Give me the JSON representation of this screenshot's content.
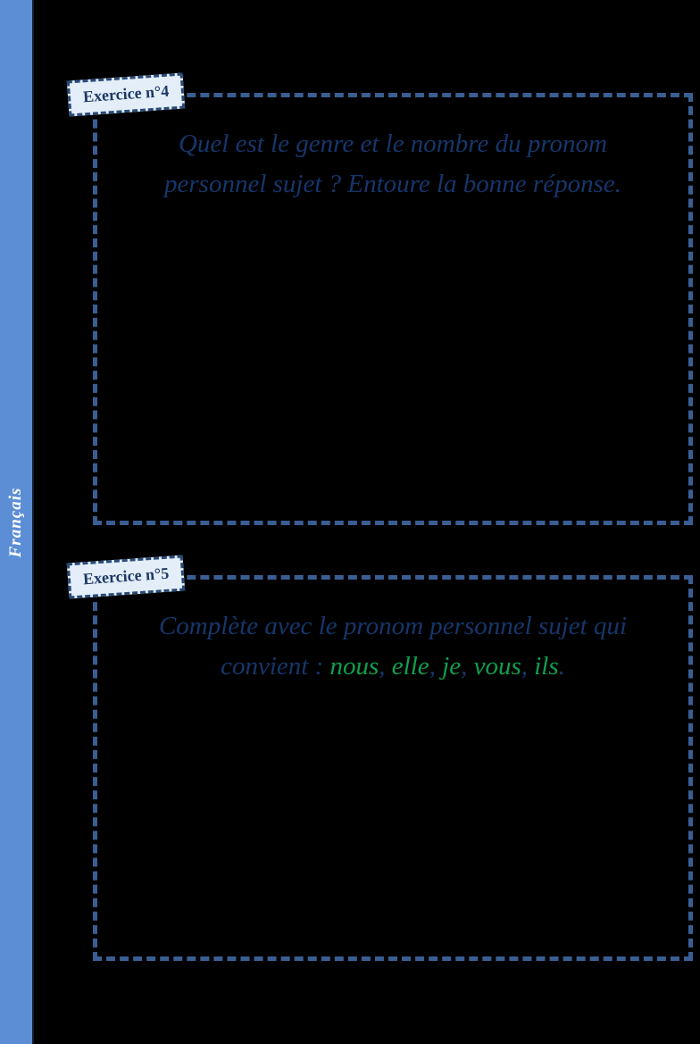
{
  "colors": {
    "background": "#000000",
    "sidebar": "#5b8ed5",
    "frame_dash": "#3a5e94",
    "badge_bg": "#e3eef9",
    "badge_border": "#2a4a7a",
    "navy": "#16366b",
    "green": "#0ea04f",
    "sidebar_text": "#ffffff"
  },
  "sidebar": {
    "label": "Français"
  },
  "exercises": [
    {
      "badge": "Exercice n°4",
      "lines": [
        [
          {
            "text": "Quel est le genre et le nombre du pronom",
            "color": "navy"
          }
        ],
        [
          {
            "text": "personnel sujet ? Entoure la bonne réponse.",
            "color": "navy"
          }
        ]
      ]
    },
    {
      "badge": "Exercice n°5",
      "lines": [
        [
          {
            "text": "Complète avec le pronom personnel sujet qui",
            "color": "navy"
          }
        ],
        [
          {
            "text": "convient : ",
            "color": "navy"
          },
          {
            "text": "nous",
            "color": "green"
          },
          {
            "text": ", ",
            "color": "navy"
          },
          {
            "text": "elle",
            "color": "green"
          },
          {
            "text": ", ",
            "color": "navy"
          },
          {
            "text": "je",
            "color": "green"
          },
          {
            "text": ", ",
            "color": "navy"
          },
          {
            "text": "vous",
            "color": "green"
          },
          {
            "text": ", ",
            "color": "navy"
          },
          {
            "text": "ils",
            "color": "green"
          },
          {
            "text": ".",
            "color": "navy"
          }
        ]
      ]
    }
  ]
}
